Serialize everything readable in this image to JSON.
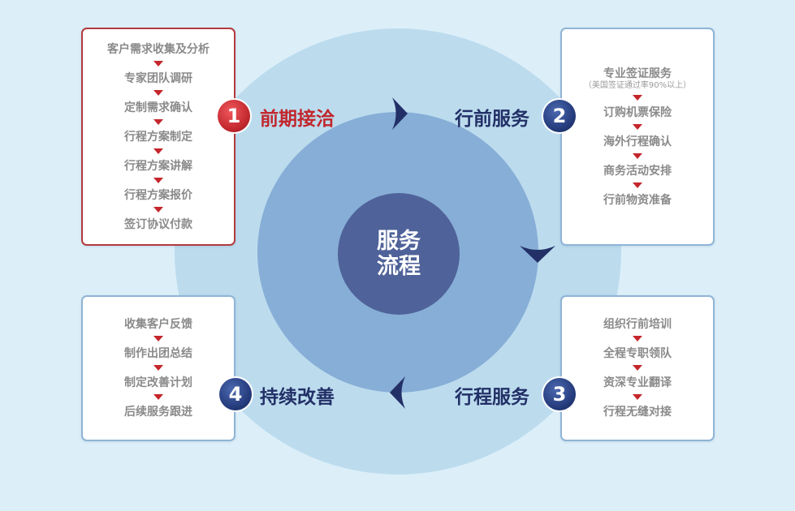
{
  "center": {
    "line1": "服务",
    "line2": "流程"
  },
  "stages": [
    {
      "number": "1",
      "title": "前期接洽",
      "color": "#c1272d",
      "items": [
        "客户需求收集及分析",
        "专家团队调研",
        "定制需求确认",
        "行程方案制定",
        "行程方案讲解",
        "行程方案报价",
        "签订协议付款"
      ]
    },
    {
      "number": "2",
      "title": "行前服务",
      "color": "#233067",
      "items": [
        "专业签证服务",
        "订购机票保险",
        "海外行程确认",
        "商务活动安排",
        "行前物资准备"
      ],
      "note": "（美国签证通过率90%以上）"
    },
    {
      "number": "3",
      "title": "行程服务",
      "color": "#233067",
      "items": [
        "组织行前培训",
        "全程专职领队",
        "资深专业翻译",
        "行程无缝对接"
      ]
    },
    {
      "number": "4",
      "title": "持续改善",
      "color": "#233067",
      "items": [
        "收集客户反馈",
        "制作出团总结",
        "制定改善计划",
        "后续服务跟进"
      ]
    }
  ],
  "colors": {
    "background": "#dceff9",
    "outer_ring": "#bcdcee",
    "middle_ring": "#87aed6",
    "core": "#4f6299",
    "arrow_red": "#c4262b",
    "flow_arrow": "#233067"
  },
  "icons": [
    "flow-arrow-icon",
    "down-arrow-icon"
  ]
}
